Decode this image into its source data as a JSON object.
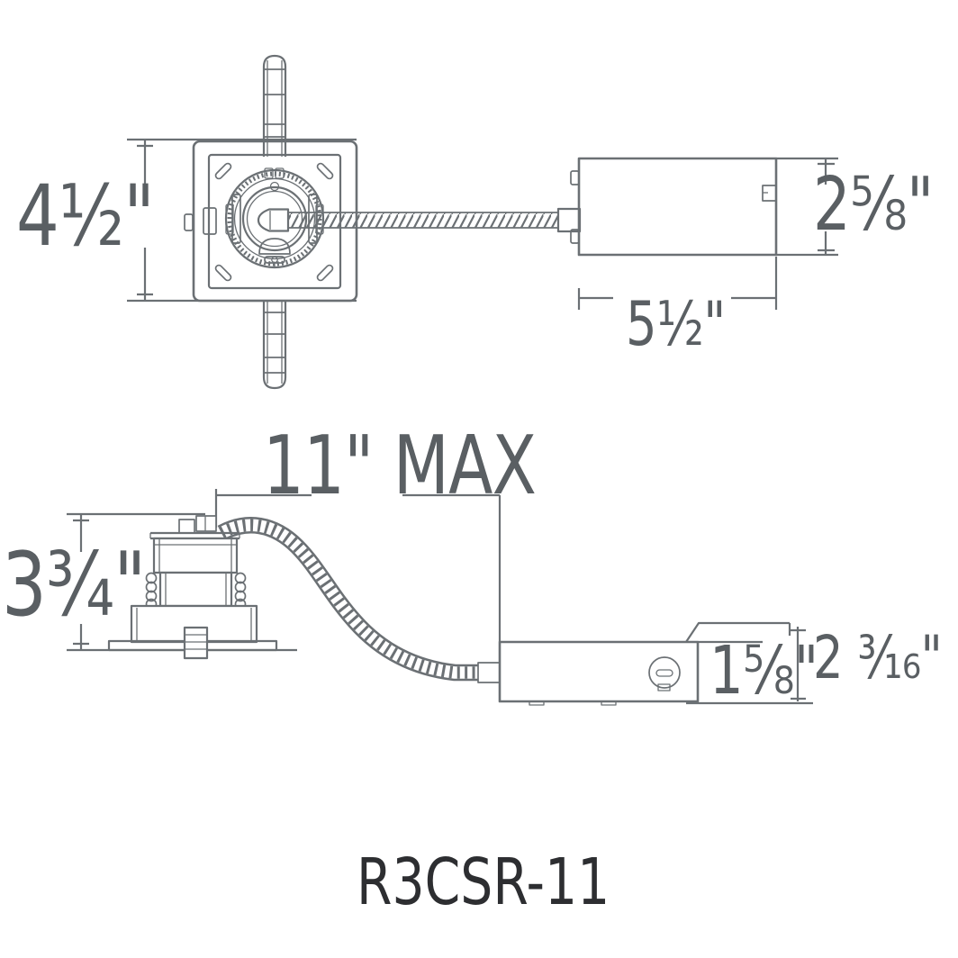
{
  "drawing": {
    "model_number": "R3CSR-11",
    "colors": {
      "line": "#6b7074",
      "dimension_text": "#5a5f63",
      "model_text": "#2d2e31",
      "background": "#ffffff"
    },
    "top_view": {
      "plate_height": "4½\"",
      "junction_box_height": "2⅝\"",
      "junction_box_width": "5½\""
    },
    "side_view": {
      "conduit_reach": "11\" MAX",
      "housing_height": "3¾\"",
      "junction_box_body_height": "1⅝\"",
      "junction_box_overall_height": "2 ³⁄₁₆\""
    }
  }
}
